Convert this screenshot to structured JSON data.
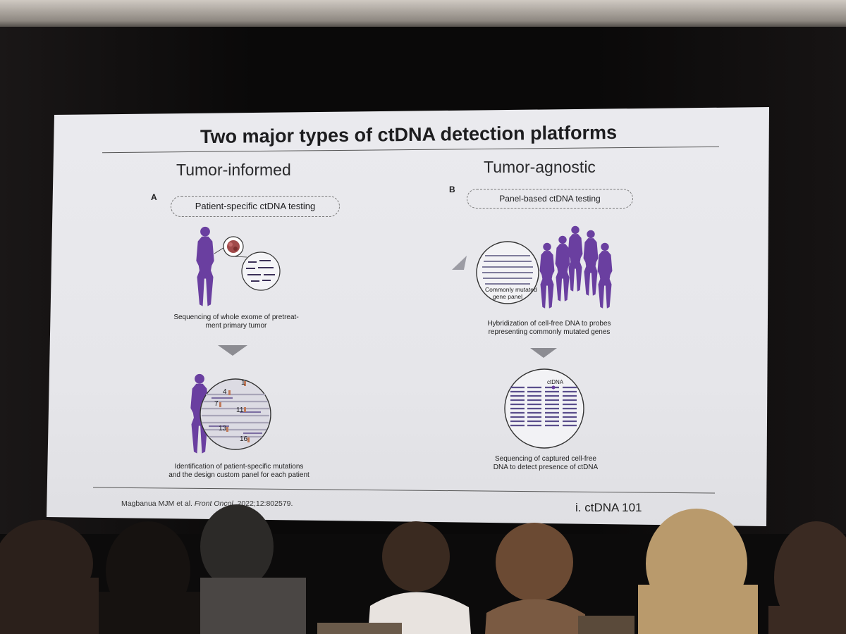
{
  "slide": {
    "title": "Two major types of ctDNA detection platforms",
    "left": {
      "heading": "Tumor-informed",
      "panel_letter": "A",
      "pill_label": "Patient-specific ctDNA testing",
      "step1_caption": [
        "Sequencing of whole exome of pretreat-",
        "ment primary tumor"
      ],
      "step2_caption": [
        "Identification of patient-specific mutations",
        "and the design custom panel for each patient"
      ],
      "mutation_labels": [
        "1",
        "4",
        "7",
        "11",
        "13",
        "16"
      ]
    },
    "right": {
      "heading": "Tumor-agnostic",
      "panel_letter": "B",
      "pill_label": "Panel-based ctDNA testing",
      "gene_panel_label": [
        "Commonly mutated",
        "gene panel"
      ],
      "step1_caption": [
        "Hybridization of cell-free DNA to probes",
        "representing commonly mutated genes"
      ],
      "ctdna_label": "ctDNA",
      "step2_caption": [
        "Sequencing of captured cell-free",
        "DNA to detect presence of ctDNA"
      ]
    },
    "citation_authors": "Magbanua MJM et al.",
    "citation_journal": "Front Oncol.",
    "citation_ref": "2022;12:802579.",
    "slide_number": "i. ctDNA 101",
    "accent_color": "#6a3fa0"
  }
}
